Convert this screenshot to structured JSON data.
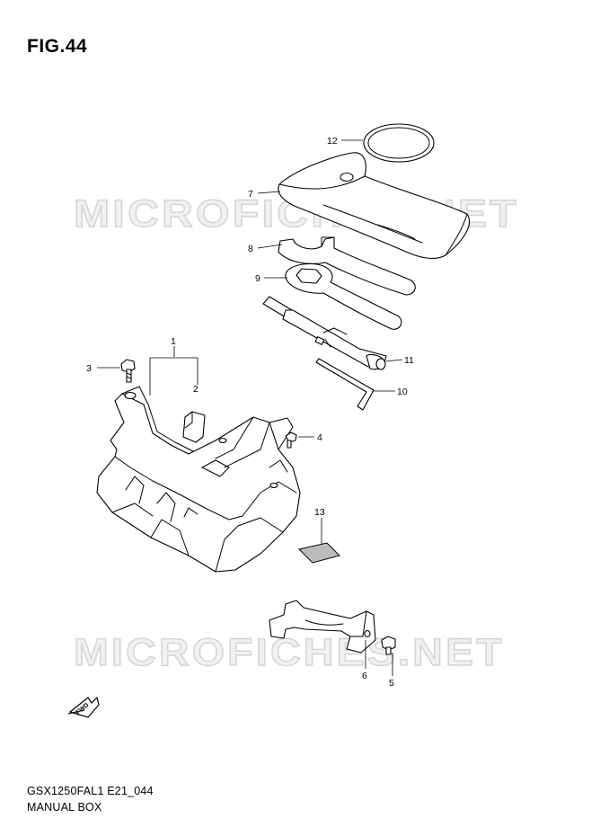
{
  "figure": {
    "title": "FIG.44",
    "model_code": "GSX1250FAL1 E21_044",
    "section_name": "MANUAL BOX"
  },
  "watermark": {
    "text": "MICROFICHES.NET"
  },
  "fwd_label": "FWD",
  "callouts": [
    {
      "id": "c1",
      "label": "1"
    },
    {
      "id": "c2",
      "label": "2"
    },
    {
      "id": "c3",
      "label": "3"
    },
    {
      "id": "c4",
      "label": "4"
    },
    {
      "id": "c5",
      "label": "5"
    },
    {
      "id": "c6",
      "label": "6"
    },
    {
      "id": "c7",
      "label": "7"
    },
    {
      "id": "c8",
      "label": "8"
    },
    {
      "id": "c9",
      "label": "9"
    },
    {
      "id": "c10",
      "label": "10"
    },
    {
      "id": "c11",
      "label": "11"
    },
    {
      "id": "c12",
      "label": "12"
    },
    {
      "id": "c13",
      "label": "13"
    }
  ]
}
